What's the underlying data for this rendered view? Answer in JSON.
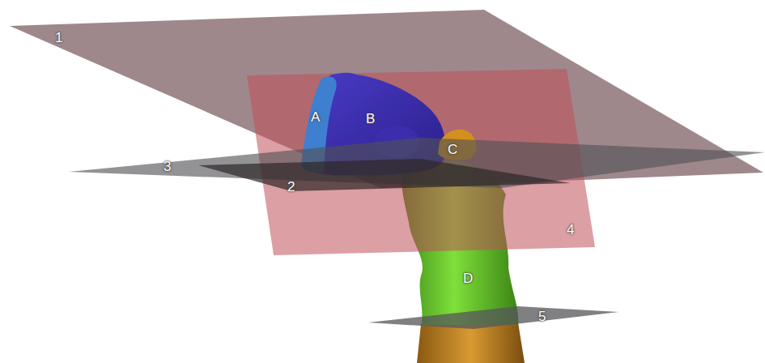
{
  "diagram": {
    "labels": [
      "1",
      "A",
      "B",
      "C",
      "3",
      "2",
      "4",
      "D",
      "5"
    ]
  }
}
